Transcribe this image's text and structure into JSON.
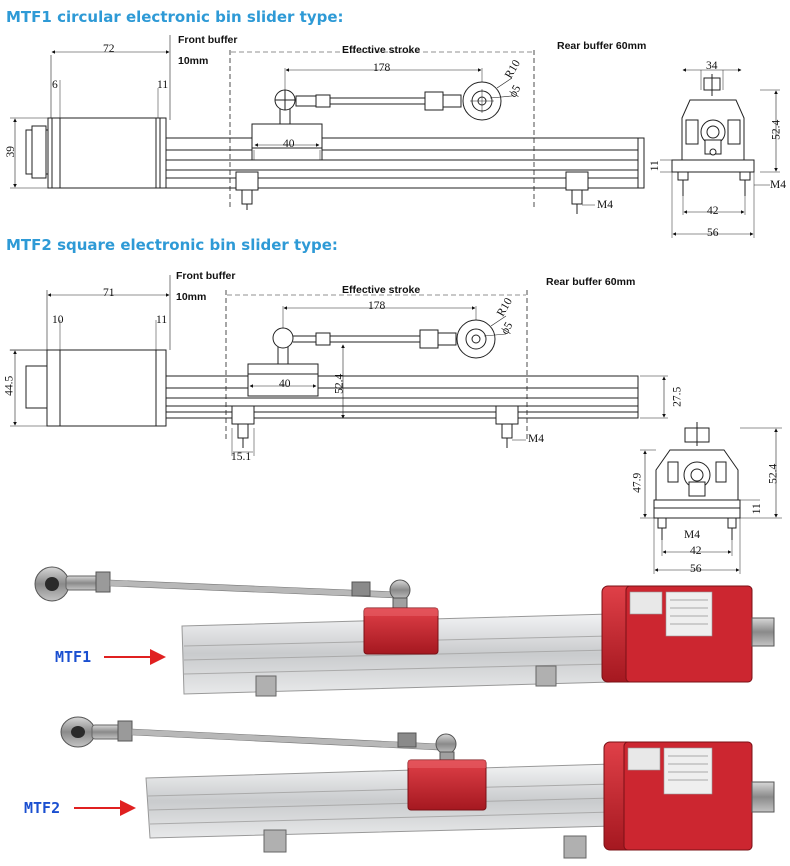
{
  "mtf1": {
    "heading": "MTF1 circular electronic bin slider type:",
    "front_buffer": "Front buffer",
    "front_buffer_size": "10mm",
    "effective_stroke": "Effective stroke",
    "rear_buffer": "Rear buffer 60mm",
    "dims": {
      "d72": "72",
      "d6": "6",
      "d11": "11",
      "d39": "39",
      "d178": "178",
      "d40": "40",
      "r10": "R10",
      "phi5": "ϕ5",
      "d34": "34",
      "d524": "52.4",
      "d11b": "11",
      "m4_side": "M4",
      "m4": "M4",
      "d42": "42",
      "d56": "56"
    }
  },
  "mtf2": {
    "heading": "MTF2 square electronic bin slider type:",
    "front_buffer": "Front buffer",
    "front_buffer_size": "10mm",
    "effective_stroke": "Effective stroke",
    "rear_buffer": "Rear buffer 60mm",
    "dims": {
      "d71": "71",
      "d10": "10",
      "d11": "11",
      "d445": "44.5",
      "d178": "178",
      "r10": "R10",
      "phi5": "ϕ5",
      "d40": "40",
      "d524": "52.4",
      "d275": "27.5",
      "d151": "15.1",
      "m4": "M4",
      "d479": "47.9",
      "d524b": "52.4",
      "d11b": "11",
      "m4b": "M4",
      "d42": "42",
      "d56": "56"
    }
  },
  "photo": {
    "label1": "MTF1",
    "label2": "MTF2"
  },
  "colors": {
    "heading": "#2e9ad6",
    "arrow": "#e02020",
    "photo_label": "#1a4fd0",
    "red_block": "#c8202a",
    "rail": "#d4d6d8"
  }
}
